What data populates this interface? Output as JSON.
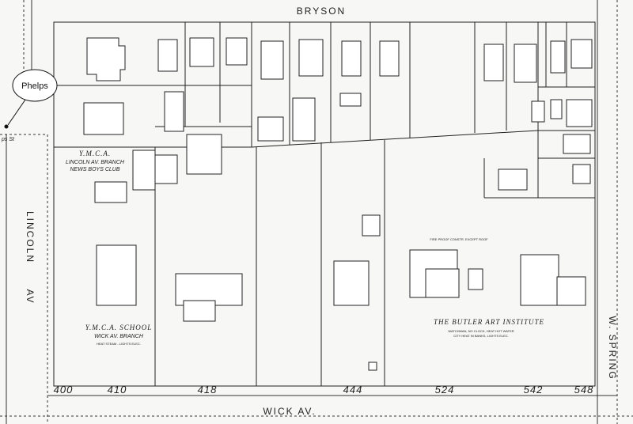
{
  "streets": {
    "north": "BRYSON",
    "south": "WICK   AV.",
    "west_line1": "LINCOLN",
    "west_line2": "AV",
    "east": "W. SPRING"
  },
  "callout": {
    "label": "Phelps"
  },
  "west_stub_label": "ps St",
  "address_numbers": [
    "400",
    "410",
    "418",
    "444",
    "524",
    "542",
    "548"
  ],
  "institutions": {
    "ymca_lincoln": {
      "line1": "Y.M.C.A.",
      "line2": "LINCOLN AV. BRANCH",
      "line3": "NEWS BOYS CLUB"
    },
    "ymca_school": {
      "line1": "Y.M.C.A. SCHOOL",
      "line2": "WICK AV. BRANCH",
      "line3": "HEAT STEAM - LIGHTS ELEC."
    },
    "butler": {
      "line1": "THE BUTLER ART INSTITUTE",
      "line2": "FIRE PROOF CONSTR. EXCEPT ROOF",
      "line3": "WATCHMAN, NO CLOCK, HEAT HOT WATER",
      "line4": "CITY HEAT IN BANKS, LIGHTS ELEC."
    }
  }
}
